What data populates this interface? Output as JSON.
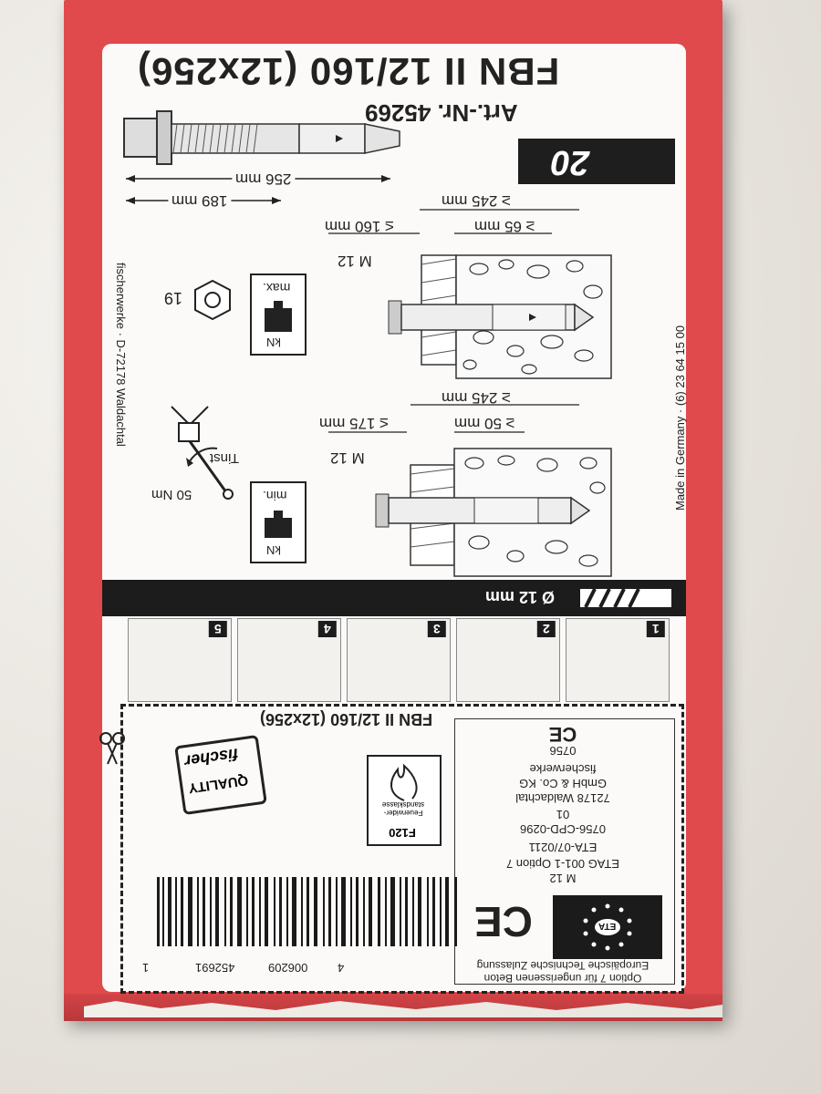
{
  "product": {
    "title": "FBN II 12/160 (12x256)",
    "art_nr": "Art.-Nr. 45269",
    "quantity": "20"
  },
  "dimensions": {
    "total_length": "256 mm",
    "thread_length": "189 mm",
    "upper": {
      "embed_total": "≥ 245 mm",
      "max_fixture": "≤ 160 mm",
      "anchor_depth": "≥ 65 mm",
      "thread": "M 12"
    },
    "lower": {
      "embed_total": "≥ 245 mm",
      "max_fixture": "≤ 175 mm",
      "anchor_depth": "≥ 50 mm",
      "thread": "M 12"
    }
  },
  "specs": {
    "wrench_size": "19",
    "max_label": "max.",
    "min_label": "min.",
    "unit": "kN",
    "torque_label": "Tinst",
    "torque_value": "50 Nm"
  },
  "side_text": {
    "left": "fischerwerke · D-72178 Waldachtal",
    "right": "Made in Germany · (6) 23 64 15 00"
  },
  "installation": {
    "drill_diameter": "Ø 12 mm",
    "steps": [
      "1",
      "2",
      "3",
      "4",
      "5"
    ]
  },
  "coupon": {
    "title": "FBN II 12/160 (12x256)",
    "quality_stamp": [
      "fischer",
      "QUALITY"
    ],
    "fire_rating_caption": "Feuerwider-standsklasse",
    "fire_rating": "F120",
    "ce_small": "CE",
    "lines": [
      "0756",
      "fischerwerke",
      "GmbH & Co. KG",
      "72178 Waldachtal",
      "01",
      "0756-CPD-0296",
      "ETA-07/0211",
      "ETAG 001-1 Option 7",
      "M 12"
    ],
    "eta_logo": "ETA",
    "footer": [
      "Europäische Technische Zulassung",
      "Option 7 für ungerissenen Beton"
    ],
    "barcode_numbers": [
      "4",
      "006209",
      "452691",
      "1"
    ]
  }
}
